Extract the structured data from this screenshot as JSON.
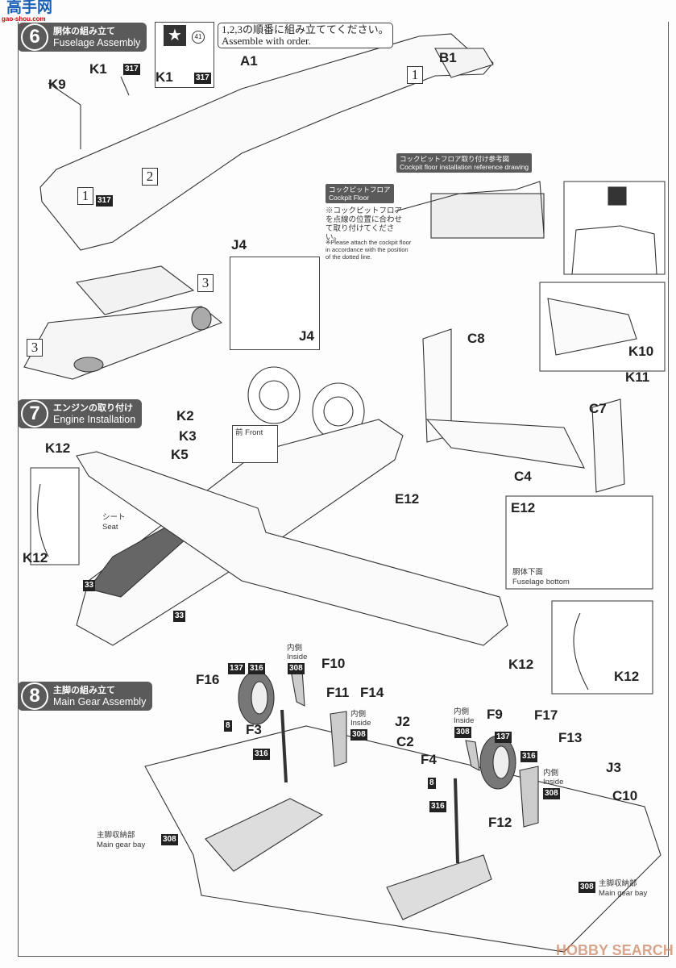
{
  "watermarks": {
    "top_left": "高手网",
    "top_left_url": "gao-shou.com",
    "bottom_right": "HOBBY SEARCH"
  },
  "step6": {
    "number": "6",
    "title_jp": "胴体の組み立て",
    "title_en": "Fuselage Assembly",
    "note_jp": "1,2,3の順番に組み立ててください。",
    "note_en": "Assemble with order.",
    "decal_number": "41",
    "parts": {
      "k1": "K1",
      "k9": "K9",
      "a1": "A1",
      "b1": "B1",
      "j4": "J4"
    },
    "order": [
      "1",
      "2",
      "3"
    ],
    "paint": "317",
    "cockpit_ref_jp": "コックピットフロア取り付け参考図",
    "cockpit_ref_en": "Cockpit floor installation reference drawing",
    "cockpit_floor_jp": "コックピットフロア",
    "cockpit_floor_en": "Cockpit Floor",
    "floor_note_jp": "※コックピットフロアを点線の位置に合わせて取り付けてください。",
    "floor_note_en": "※Please attach the cockpit floor in accordance with the position of the dotted line."
  },
  "step7": {
    "number": "7",
    "title_jp": "エンジンの取り付け",
    "title_en": "Engine Installation",
    "parts": {
      "k2": "K2",
      "k3": "K3",
      "k5": "K5",
      "k12": "K12",
      "c8": "C8",
      "k10": "K10",
      "k11": "K11",
      "c7": "C7",
      "c4": "C4",
      "e12": "E12"
    },
    "front_label": "前 Front",
    "seat_jp": "シート",
    "seat_en": "Seat",
    "paint": "33",
    "fuselage_bottom_jp": "胴体下面",
    "fuselage_bottom_en": "Fuselage bottom"
  },
  "step8": {
    "number": "8",
    "title_jp": "主脚の組み立て",
    "title_en": "Main Gear Assembly",
    "parts": {
      "f16": "F16",
      "f10": "F10",
      "f11": "F11",
      "f14": "F14",
      "f3": "F3",
      "j2": "J2",
      "c2": "C2",
      "f4": "F4",
      "f9": "F9",
      "f17": "F17",
      "f13": "F13",
      "f12": "F12",
      "j3": "J3",
      "c10": "C10"
    },
    "inside_jp": "内側",
    "inside_en": "Inside",
    "paints": {
      "p137": "137",
      "p316": "316",
      "p308": "308",
      "p8": "8"
    },
    "gear_bay_jp": "主脚収納部",
    "gear_bay_en": "Main gear bay"
  }
}
